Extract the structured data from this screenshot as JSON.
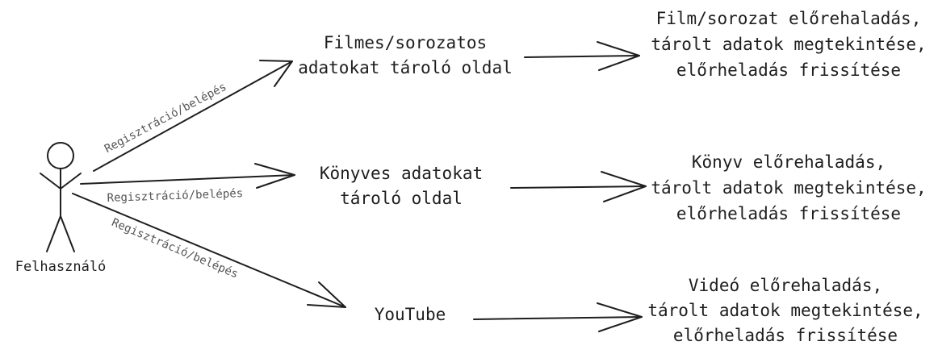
{
  "actor": {
    "label": "Felhasználó"
  },
  "edges": {
    "to_films": "Regisztráció/belépés",
    "to_books": "Regisztráció/belépés",
    "to_youtube": "Regisztráció/belépés"
  },
  "services": {
    "films": [
      "Filmes/sorozatos",
      "adatokat tároló oldal"
    ],
    "books": [
      "Könyves adatokat",
      "tároló oldal"
    ],
    "youtube": [
      "YouTube"
    ]
  },
  "outcomes": {
    "films": [
      "Film/sorozat előrehaladás,",
      "tárolt adatok megtekintése,",
      "előrheladás frissítése"
    ],
    "books": [
      "Könyv előrehaladás,",
      "tárolt adatok megtekintése,",
      "előrheladás frissítése"
    ],
    "youtube": [
      "Videó előrehaladás,",
      "tárolt adatok megtekintése,",
      "előrheladás frissítése"
    ]
  },
  "colors": {
    "stroke": "#1e1e1e",
    "edge_label": "#555555",
    "background": "#ffffff"
  }
}
